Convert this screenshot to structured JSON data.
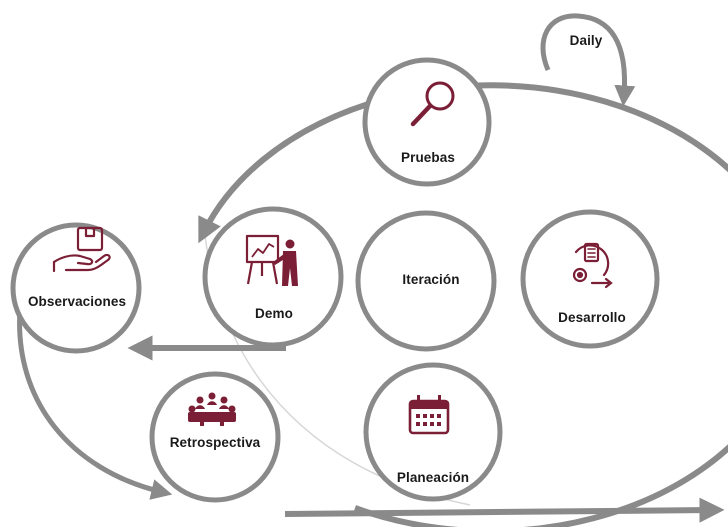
{
  "diagram": {
    "daily_label": "Daily",
    "nodes": {
      "pruebas": {
        "label": "Pruebas",
        "icon": "magnifier-icon"
      },
      "demo": {
        "label": "Demo",
        "icon": "presentation-icon"
      },
      "iteracion": {
        "label": "Iteración"
      },
      "desarrollo": {
        "label": "Desarrollo",
        "icon": "development-cycle-icon"
      },
      "planeacion": {
        "label": "Planeación",
        "icon": "calendar-icon"
      },
      "observaciones": {
        "label": "Observaciones",
        "icon": "hand-box-icon"
      },
      "retrospectiva": {
        "label": "Retrospectiva",
        "icon": "team-meeting-icon"
      }
    }
  },
  "colors": {
    "stroke": "#8a8a8a",
    "icon": "#7a1f35",
    "text": "#1a1a1a"
  }
}
